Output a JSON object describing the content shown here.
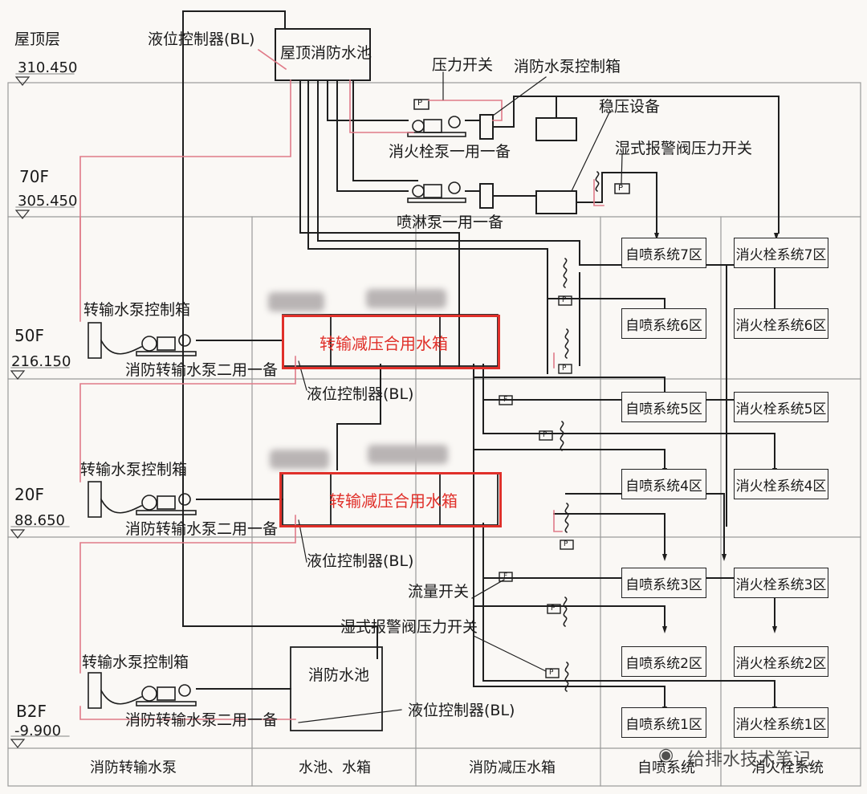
{
  "title": "",
  "levels": [
    {
      "floor": "屋顶层",
      "elev": "310.450"
    },
    {
      "floor": "70F",
      "elev": "305.450"
    },
    {
      "floor": "50F",
      "elev": "216.150"
    },
    {
      "floor": "20F",
      "elev": "88.650"
    },
    {
      "floor": "B2F",
      "elev": "-9.900"
    }
  ],
  "components": {
    "roof_pool": "屋顶消防水池",
    "level_ctrl": "液位控制器(BL)",
    "pressure_switch": "压力开关",
    "fire_pump_panel": "消防水泵控制箱",
    "stabilizer": "稳压设备",
    "wet_alarm": "湿式报警阀压力开关",
    "hydrant_pump": "消火栓泵一用一备",
    "sprinkler_pump": "喷淋泵一用一备",
    "transfer_panel": "转输水泵控制箱",
    "transfer_pump": "消防转输水泵二用一备",
    "transfer_tank": "转输减压合用水箱",
    "flow_switch": "流量开关",
    "fire_pool": "消防水池"
  },
  "symbols": {
    "pressure": "P",
    "flow": "F"
  },
  "sprinkler_zones": [
    "自喷系统7区",
    "自喷系统6区",
    "自喷系统5区",
    "自喷系统4区",
    "自喷系统3区",
    "自喷系统2区",
    "自喷系统1区"
  ],
  "hydrant_zones": [
    "消火栓系统7区",
    "消火栓系统6区",
    "消火栓系统5区",
    "消火栓系统4区",
    "消火栓系统3区",
    "消火栓系统2区",
    "消火栓系统1区"
  ],
  "footer": [
    "消防转输水泵",
    "水池、水箱",
    "消防减压水箱",
    "自喷系统",
    "消火栓系统"
  ],
  "watermark": "给排水技术笔记",
  "colors": {
    "red_highlight": "#e0302a",
    "pink_line": "#e07a88",
    "line": "#1e1e1e"
  }
}
